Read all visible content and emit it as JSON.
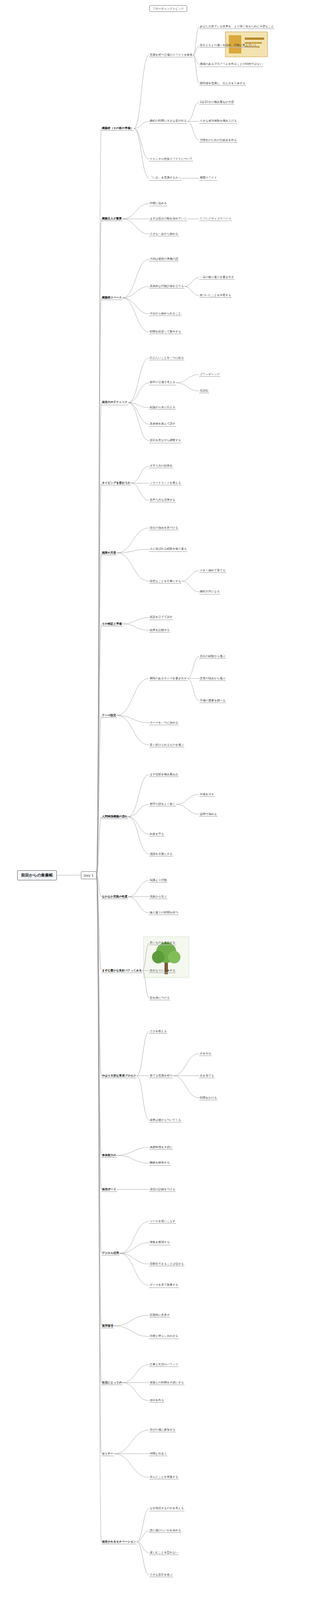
{
  "diagram": {
    "nodes": [
      {
        "text": [
          "フローティングトピック"
        ]
      },
      {
        "text": [
          "前田からの覚書帳"
        ]
      },
      {
        "text": [
          "Day 1"
        ]
      },
      {
        "text": [
          "構築術（その前の準備）"
        ]
      },
      {
        "text": [
          "意識を持つ立場のスライドを確保"
        ]
      },
      {
        "text": [
          "あなたが見ている世界を、より深く知るために大切なこと"
        ]
      },
      {
        "text": [
          "自分と人との違いを認め、行動に変えていく"
        ]
      },
      {
        "text": [
          "価値のあるプログラムを作ることが目的ではない"
        ]
      },
      {
        "text": [
          "期待値を意識し、伝え方を工夫する"
        ]
      },
      {
        "text": [
          "継続の時間に大きな差が出る"
        ]
      },
      {
        "text": [
          "1日10分の積み重ねが大切"
        ]
      },
      {
        "text": [
          "小さな成功体験を積み上げる"
        ]
      },
      {
        "text": [
          "習慣化のための仕組みを作る"
        ]
      },
      {
        "text": [
          "チャンネル構築スライドについて"
        ]
      },
      {
        "text": [
          "「いざ」を意識する人へ"
        ]
      },
      {
        "text": [
          "展開スライド"
        ]
      },
      {
        "text": [
          "構築主人が重要"
        ]
      },
      {
        "text": [
          "目標に込める"
        ]
      },
      {
        "text": [
          "まずは自分の軸を決めていく"
        ]
      },
      {
        "text": [
          "リフレクティブスペース"
        ]
      },
      {
        "text": [
          "小さな一歩から始める"
        ]
      },
      {
        "text": [
          "構築術スペース"
        ]
      },
      {
        "text": [
          "今回は最初の準備の話"
        ]
      },
      {
        "text": [
          "具体的な行動計画を立てる"
        ]
      },
      {
        "text": [
          "一日の振り返りを書き出す"
        ]
      },
      {
        "text": [
          "気づいたことを共有する"
        ]
      },
      {
        "text": [
          "今日から始められること"
        ]
      },
      {
        "text": [
          "時間を区切って集中する"
        ]
      },
      {
        "text": [
          "発信力のテクニック"
        ]
      },
      {
        "text": [
          "伝えたいことを一つに絞る"
        ]
      },
      {
        "text": [
          "相手の立場で考える"
        ]
      },
      {
        "text": [
          "ブランディング"
        ]
      },
      {
        "text": [
          "言語化"
        ]
      },
      {
        "text": [
          "結論から先に伝える"
        ]
      },
      {
        "text": [
          "具体例を添えて話す"
        ]
      },
      {
        "text": [
          "反応を見ながら調整する"
        ]
      },
      {
        "text": [
          "タイピングを使おうか"
        ]
      },
      {
        "text": [
          "文字入力の効率化"
        ]
      },
      {
        "text": [
          "ショートカットを覚える"
        ]
      },
      {
        "text": [
          "音声入力も活用する"
        ]
      },
      {
        "text": [
          "無限の天使"
        ]
      },
      {
        "text": [
          "自分の強みを見つける"
        ]
      },
      {
        "text": [
          "人に喜ばれる経験を振り返る"
        ]
      },
      {
        "text": [
          "得意なことを仕事にする"
        ]
      },
      {
        "text": [
          "小さく始めて育てる"
        ]
      },
      {
        "text": [
          "継続が力になる"
        ]
      },
      {
        "text": [
          "その検証と準備"
        ]
      },
      {
        "text": [
          "仮説を立てて試す"
        ]
      },
      {
        "text": [
          "結果を記録する"
        ]
      },
      {
        "text": [
          "テーマ設定"
        ]
      },
      {
        "text": [
          "興味のあるテーマを書き出す"
        ]
      },
      {
        "text": [
          "自分の経験から選ぶ"
        ]
      },
      {
        "text": [
          "読者の悩みから選ぶ"
        ]
      },
      {
        "text": [
          "市場の需要を調べる"
        ]
      },
      {
        "text": [
          "テーマを一つに決める"
        ]
      },
      {
        "text": [
          "長く続けられるものを選ぶ"
        ]
      },
      {
        "text": [
          "人間関係構築の流れ"
        ]
      },
      {
        "text": [
          "まず信頼を積み重ねる"
        ]
      },
      {
        "text": [
          "相手の話をよく聴く"
        ]
      },
      {
        "text": [
          "共感を示す"
        ]
      },
      {
        "text": [
          "質問で深める"
        ]
      },
      {
        "text": [
          "約束を守る"
        ]
      },
      {
        "text": [
          "感謝を言葉にする"
        ]
      },
      {
        "text": [
          "なかなか実践の性質"
        ]
      },
      {
        "text": [
          "知識より行動"
        ]
      },
      {
        "text": [
          "失敗から学ぶ"
        ]
      },
      {
        "text": [
          "振り返りの時間を持つ"
        ]
      },
      {
        "text": [
          "まず心豊かな良好パクってみる"
        ]
      },
      {
        "text": [
          "良いものを真似する"
        ]
      },
      {
        "text": [
          "自分なりに工夫する"
        ]
      },
      {
        "text": [
          "型を身につける"
        ]
      },
      {
        "text": [
          "やはり大切な育成プロセス"
        ]
      },
      {
        "text": [
          "土台を整える"
        ]
      },
      {
        "text": [
          "育てる意識を持つ"
        ]
      },
      {
        "text": [
          "水をやる"
        ]
      },
      {
        "text": [
          "光を当てる"
        ]
      },
      {
        "text": [
          "時間をかける"
        ]
      },
      {
        "text": [
          "成果は後からついてくる"
        ]
      },
      {
        "text": [
          "身体能力の"
        ]
      },
      {
        "text": [
          "体調管理を大切に"
        ]
      },
      {
        "text": [
          "睡眠を確保する"
        ]
      },
      {
        "text": [
          "発信ボード"
        ]
      },
      {
        "text": [
          "発信の記録をつける"
        ]
      },
      {
        "text": [
          "デジタル活用"
        ]
      },
      {
        "text": [
          "ツールを使いこなす"
        ]
      },
      {
        "text": [
          "情報を整理する"
        ]
      },
      {
        "text": [
          "自動化できることは任せる"
        ]
      },
      {
        "text": [
          "データを見て改善する"
        ]
      },
      {
        "text": [
          "運用管理"
        ]
      },
      {
        "text": [
          "定期的に見直す"
        ]
      },
      {
        "text": [
          "目標と照らし合わせる"
        ]
      },
      {
        "text": [
          "生活にとっての"
        ]
      },
      {
        "text": [
          "仕事と生活のバランス"
        ]
      },
      {
        "text": [
          "家族との時間を大切にする"
        ]
      },
      {
        "text": [
          "余白を作る"
        ]
      },
      {
        "text": [
          "セミナー"
        ]
      },
      {
        "text": [
          "学びの場に参加する"
        ]
      },
      {
        "text": [
          "仲間と出会う"
        ]
      },
      {
        "text": [
          "学んだことを実践する"
        ]
      },
      {
        "text": [
          "発信されるモチベーション"
        ]
      },
      {
        "text": [
          "なぜ発信するのかを考える"
        ]
      },
      {
        "text": [
          "誰に届けたいかを決める"
        ]
      },
      {
        "text": [
          "楽しむことを忘れない"
        ]
      },
      {
        "text": [
          "小さな反応を喜ぶ"
        ]
      }
    ],
    "edges": [
      {
        "from": 1,
        "to": 2,
        "arrow": "none"
      },
      {
        "from": 2,
        "to": 3,
        "arrow": "none"
      },
      {
        "from": 2,
        "to": 16,
        "arrow": "none"
      },
      {
        "from": 2,
        "to": 21,
        "arrow": "none"
      },
      {
        "from": 2,
        "to": 28,
        "arrow": "none"
      },
      {
        "from": 2,
        "to": 36,
        "arrow": "none"
      },
      {
        "from": 2,
        "to": 40,
        "arrow": "none"
      },
      {
        "from": 2,
        "to": 46,
        "arrow": "none"
      },
      {
        "from": 2,
        "to": 49,
        "arrow": "none"
      },
      {
        "from": 2,
        "to": 56,
        "arrow": "none"
      },
      {
        "from": 2,
        "to": 63,
        "arrow": "none"
      },
      {
        "from": 2,
        "to": 67,
        "arrow": "none"
      },
      {
        "from": 2,
        "to": 71,
        "arrow": "none"
      },
      {
        "from": 2,
        "to": 78,
        "arrow": "none"
      },
      {
        "from": 2,
        "to": 81,
        "arrow": "none"
      },
      {
        "from": 2,
        "to": 83,
        "arrow": "none"
      },
      {
        "from": 2,
        "to": 88,
        "arrow": "none"
      },
      {
        "from": 2,
        "to": 91,
        "arrow": "none"
      },
      {
        "from": 2,
        "to": 95,
        "arrow": "none"
      },
      {
        "from": 2,
        "to": 99,
        "arrow": "none"
      },
      {
        "from": 3,
        "to": 4,
        "arrow": "none"
      },
      {
        "from": 4,
        "to": 5,
        "arrow": "none"
      },
      {
        "from": 4,
        "to": 6,
        "arrow": "none"
      },
      {
        "from": 4,
        "to": 7,
        "arrow": "none"
      },
      {
        "from": 4,
        "to": 8,
        "arrow": "none"
      },
      {
        "from": 3,
        "to": 9,
        "arrow": "none"
      },
      {
        "from": 9,
        "to": 10,
        "arrow": "none"
      },
      {
        "from": 9,
        "to": 11,
        "arrow": "none"
      },
      {
        "from": 9,
        "to": 12,
        "arrow": "none"
      },
      {
        "from": 3,
        "to": 13,
        "arrow": "none"
      },
      {
        "from": 3,
        "to": 14,
        "arrow": "none"
      },
      {
        "from": 14,
        "to": 15,
        "arrow": "none"
      },
      {
        "from": 16,
        "to": 17,
        "arrow": "none"
      },
      {
        "from": 16,
        "to": 18,
        "arrow": "none"
      },
      {
        "from": 18,
        "to": 19,
        "arrow": "none"
      },
      {
        "from": 16,
        "to": 20,
        "arrow": "none"
      },
      {
        "from": 21,
        "to": 22,
        "arrow": "none"
      },
      {
        "from": 21,
        "to": 23,
        "arrow": "none"
      },
      {
        "from": 23,
        "to": 24,
        "arrow": "none"
      },
      {
        "from": 23,
        "to": 25,
        "arrow": "none"
      },
      {
        "from": 21,
        "to": 26,
        "arrow": "none"
      },
      {
        "from": 21,
        "to": 27,
        "arrow": "none"
      },
      {
        "from": 28,
        "to": 29,
        "arrow": "none"
      },
      {
        "from": 28,
        "to": 30,
        "arrow": "none"
      },
      {
        "from": 30,
        "to": 31,
        "arrow": "none"
      },
      {
        "from": 30,
        "to": 32,
        "arrow": "none"
      },
      {
        "from": 28,
        "to": 33,
        "arrow": "none"
      },
      {
        "from": 28,
        "to": 34,
        "arrow": "none"
      },
      {
        "from": 28,
        "to": 35,
        "arrow": "none"
      },
      {
        "from": 36,
        "to": 37,
        "arrow": "none"
      },
      {
        "from": 36,
        "to": 38,
        "arrow": "none"
      },
      {
        "from": 36,
        "to": 39,
        "arrow": "none"
      },
      {
        "from": 40,
        "to": 41,
        "arrow": "none"
      },
      {
        "from": 40,
        "to": 42,
        "arrow": "none"
      },
      {
        "from": 40,
        "to": 43,
        "arrow": "none"
      },
      {
        "from": 43,
        "to": 44,
        "arrow": "none"
      },
      {
        "from": 43,
        "to": 45,
        "arrow": "none"
      },
      {
        "from": 46,
        "to": 47,
        "arrow": "none"
      },
      {
        "from": 46,
        "to": 48,
        "arrow": "none"
      },
      {
        "from": 49,
        "to": 50,
        "arrow": "none"
      },
      {
        "from": 50,
        "to": 51,
        "arrow": "none"
      },
      {
        "from": 50,
        "to": 52,
        "arrow": "none"
      },
      {
        "from": 50,
        "to": 53,
        "arrow": "none"
      },
      {
        "from": 49,
        "to": 54,
        "arrow": "none"
      },
      {
        "from": 49,
        "to": 55,
        "arrow": "none"
      },
      {
        "from": 56,
        "to": 57,
        "arrow": "none"
      },
      {
        "from": 56,
        "to": 58,
        "arrow": "none"
      },
      {
        "from": 58,
        "to": 59,
        "arrow": "none"
      },
      {
        "from": 58,
        "to": 60,
        "arrow": "none"
      },
      {
        "from": 56,
        "to": 61,
        "arrow": "none"
      },
      {
        "from": 56,
        "to": 62,
        "arrow": "none"
      },
      {
        "from": 63,
        "to": 64,
        "arrow": "none"
      },
      {
        "from": 63,
        "to": 65,
        "arrow": "none"
      },
      {
        "from": 63,
        "to": 66,
        "arrow": "none"
      },
      {
        "from": 67,
        "to": 68,
        "arrow": "none"
      },
      {
        "from": 67,
        "to": 69,
        "arrow": "none"
      },
      {
        "from": 67,
        "to": 70,
        "arrow": "none"
      },
      {
        "from": 71,
        "to": 72,
        "arrow": "none"
      },
      {
        "from": 71,
        "to": 73,
        "arrow": "none"
      },
      {
        "from": 73,
        "to": 74,
        "arrow": "none"
      },
      {
        "from": 73,
        "to": 75,
        "arrow": "none"
      },
      {
        "from": 73,
        "to": 76,
        "arrow": "none"
      },
      {
        "from": 71,
        "to": 77,
        "arrow": "none"
      },
      {
        "from": 78,
        "to": 79,
        "arrow": "none"
      },
      {
        "from": 78,
        "to": 80,
        "arrow": "none"
      },
      {
        "from": 81,
        "to": 82,
        "arrow": "none"
      },
      {
        "from": 83,
        "to": 84,
        "arrow": "none"
      },
      {
        "from": 83,
        "to": 85,
        "arrow": "none"
      },
      {
        "from": 83,
        "to": 86,
        "arrow": "none"
      },
      {
        "from": 83,
        "to": 87,
        "arrow": "none"
      },
      {
        "from": 88,
        "to": 89,
        "arrow": "none"
      },
      {
        "from": 88,
        "to": 90,
        "arrow": "none"
      },
      {
        "from": 91,
        "to": 92,
        "arrow": "none"
      },
      {
        "from": 91,
        "to": 93,
        "arrow": "none"
      },
      {
        "from": 91,
        "to": 94,
        "arrow": "none"
      },
      {
        "from": 95,
        "to": 96,
        "arrow": "none"
      },
      {
        "from": 95,
        "to": 97,
        "arrow": "none"
      },
      {
        "from": 95,
        "to": 98,
        "arrow": "none"
      },
      {
        "from": 99,
        "to": 100,
        "arrow": "none"
      },
      {
        "from": 99,
        "to": 101,
        "arrow": "none"
      },
      {
        "from": 99,
        "to": 102,
        "arrow": "none"
      },
      {
        "from": 99,
        "to": 103,
        "arrow": "none"
      }
    ]
  }
}
